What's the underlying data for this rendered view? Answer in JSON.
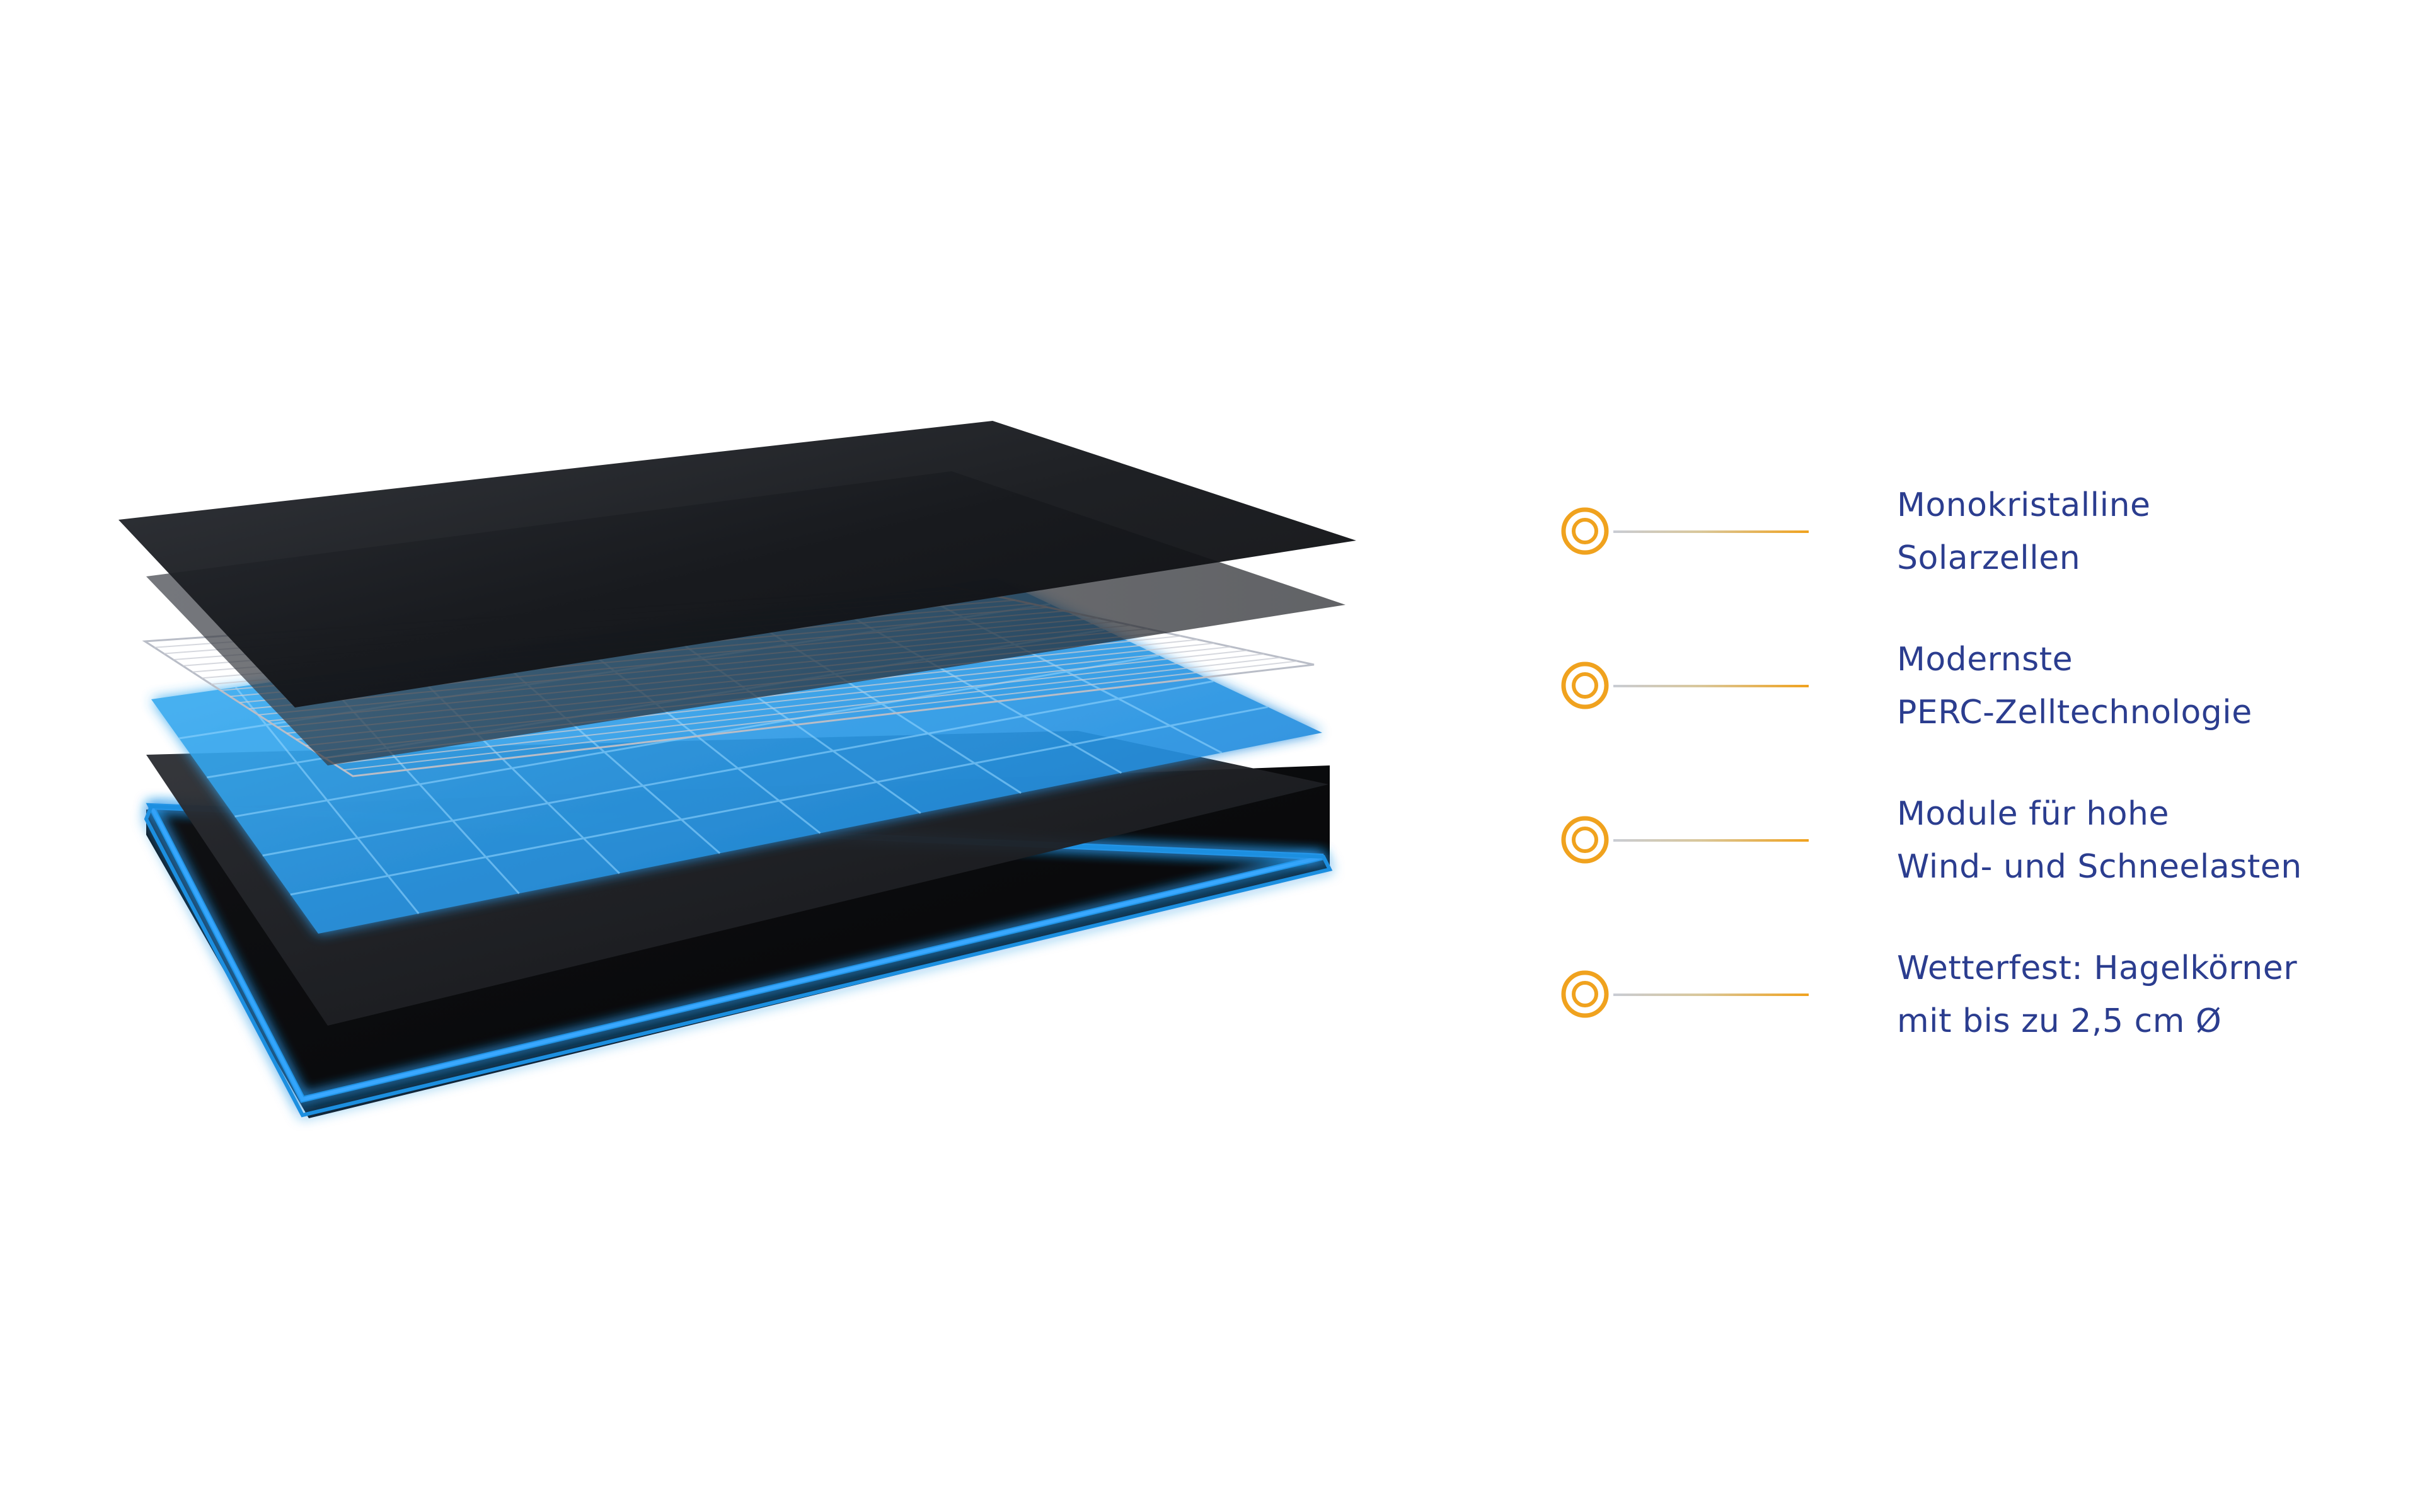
{
  "colors": {
    "text": "#2b3d8f",
    "accent": "#f0a21e",
    "connector_start": "#c9ccd4",
    "panel_blue": "#1f8fe0",
    "layer_dark": "#1c1f24"
  },
  "diagram": {
    "layers": [
      {
        "name": "glass-cover-layer"
      },
      {
        "name": "encapsulant-top-layer"
      },
      {
        "name": "grid-wires-layer"
      },
      {
        "name": "solar-cells-layer"
      },
      {
        "name": "backsheet-layer"
      },
      {
        "name": "frame-base-layer"
      }
    ]
  },
  "features": [
    {
      "icon": "target-ring-icon",
      "line1": "Monokristalline",
      "line2": "Solarzellen"
    },
    {
      "icon": "target-ring-icon",
      "line1": "Modernste",
      "line2": "PERC-Zelltechnologie"
    },
    {
      "icon": "target-ring-icon",
      "line1": "Module für hohe",
      "line2": "Wind- und Schneelasten"
    },
    {
      "icon": "target-ring-icon",
      "line1": "Wetterfest: Hagelkörner",
      "line2": "mit bis zu 2,5 cm Ø"
    }
  ]
}
